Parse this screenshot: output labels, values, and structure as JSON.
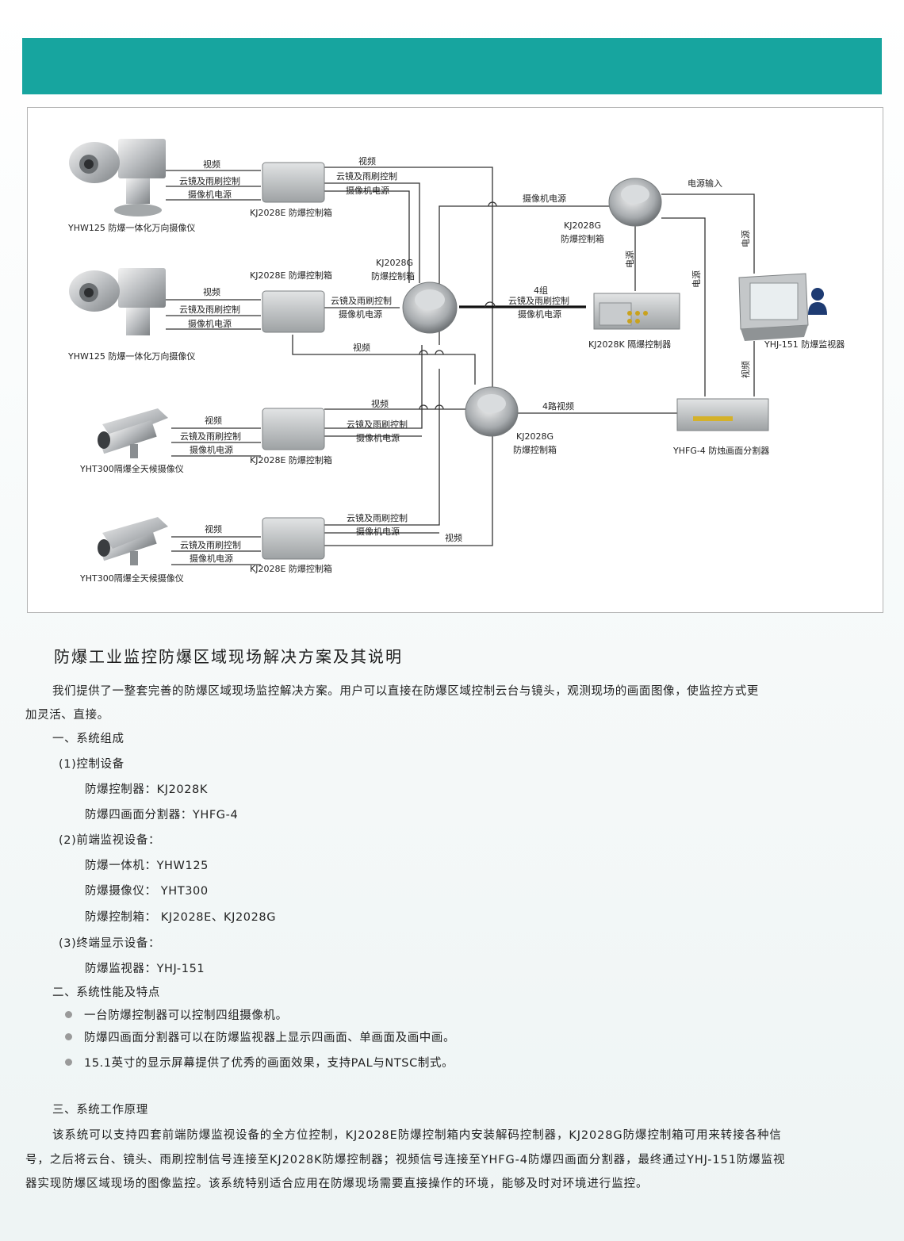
{
  "diagram": {
    "cameras": [
      {
        "label": "YHW125 防爆一体化万向摄像仪"
      },
      {
        "label": "YHW125 防爆一体化万向摄像仪"
      },
      {
        "label": "YHT300隔爆全天候摄像仪"
      },
      {
        "label": "YHT300隔爆全天候摄像仪"
      }
    ],
    "kj2028e": [
      "KJ2028E 防爆控制箱",
      "KJ2028E 防爆控制箱",
      "KJ2028E 防爆控制箱",
      "KJ2028E 防爆控制箱"
    ],
    "kj2028g_top": [
      "KJ2028G",
      "防爆控制箱"
    ],
    "kj2028g_mid": [
      "KJ2028G",
      "防爆控制箱"
    ],
    "kj2028g_low": [
      "KJ2028G",
      "防爆控制箱"
    ],
    "kj2028k": "KJ2028K 隔爆控制器",
    "yhj151": "YHJ-151 防爆监视器",
    "yhfg4": "YHFG-4 防烛画面分割器",
    "wire_labels": {
      "video": "视频",
      "ptz": "云镜及雨刷控制",
      "cam_power": "摄像机电源",
      "power_in": "电源输入",
      "power": "电源",
      "group4": "4组",
      "video4": "4路视频"
    }
  },
  "article": {
    "title": "防爆工业监控防爆区域现场解决方案及其说明",
    "intro_line1": "我们提供了一整套完善的防爆区域现场监控解决方案。用户可以直接在防爆区域控制云台与镜头，观测现场的画面图像，使监控方式更",
    "intro_line2": "加灵活、直接。",
    "s1": "一、系统组成",
    "s1_1": "(1)控制设备",
    "s1_1_a": "防爆控制器：KJ2028K",
    "s1_1_b": "防爆四画面分割器：YHFG-4",
    "s1_2": "(2)前端监视设备：",
    "s1_2_a": "防爆一体机：YHW125",
    "s1_2_b": "防爆摄像仪：  YHT300",
    "s1_2_c": "防爆控制箱：  KJ2028E、KJ2028G",
    "s1_3": "(3)终端显示设备：",
    "s1_3_a": "防爆监视器：YHJ-151",
    "s2": "二、系统性能及特点",
    "bullets": [
      "一台防爆控制器可以控制四组摄像机。",
      "防爆四画面分割器可以在防爆监视器上显示四画面、单画面及画中画。",
      "15.1英寸的显示屏幕提供了优秀的画面效果，支持PAL与NTSC制式。"
    ],
    "s3": "三、系统工作原理",
    "s3_line1": "该系统可以支持四套前端防爆监视设备的全方位控制，KJ2028E防爆控制箱内安装解码控制器，KJ2028G防爆控制箱可用来转接各种信",
    "s3_line2": "号，之后将云台、镜头、雨刷控制信号连接至KJ2028K防爆控制器；视频信号连接至YHFG-4防爆四画面分割器，最终通过YHJ-151防爆监视",
    "s3_line3": "器实现防爆区域现场的图像监控。该系统特别适合应用在防爆现场需要直接操作的环境，能够及时对环境进行监控。"
  }
}
